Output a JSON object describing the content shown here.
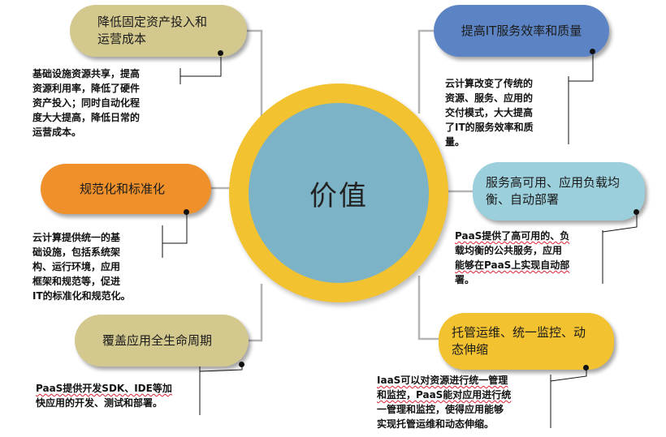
{
  "center": {
    "label": "价值"
  },
  "nodes": [
    {
      "id": "cost",
      "title": "降低固定资产投入和运营成本",
      "lines": [
        "基础设施资源共享，提高",
        "资源利用率，降低了硬件",
        "资产投入；同时自动化程",
        "度大大提高，降低日常的",
        "运营成本。"
      ],
      "color": "#d3c88e"
    },
    {
      "id": "efficiency",
      "title": "提高IT服务效率和质量",
      "lines": [
        "云计算改变了传统的",
        "资源、服务、应用的",
        "交付模式，大大提高",
        "了IT的服务效率和质",
        "量。"
      ],
      "color": "#5c84c4"
    },
    {
      "id": "standard",
      "title": "规范化和标准化",
      "lines": [
        "云计算提供统一的基",
        "础设施，包括系统架",
        "构、运行环境，应用",
        "框架和规范等，促进",
        "IT的标准化和规范化。"
      ],
      "color": "#f0902a"
    },
    {
      "id": "ha",
      "title": "服务高可用、应用负载均衡、自动部署",
      "lines": [
        "PaaS提供了高可用的、负",
        "载均衡的公共服务，应用",
        "能够在PaaS上实现自动部",
        "署。"
      ],
      "color": "#9ccfdc"
    },
    {
      "id": "lifecycle",
      "title": "覆盖应用全生命周期",
      "lines": [
        "PaaS提供开发SDK、IDE等加",
        "快应用的开发、测试和部署。"
      ],
      "color": "#d3c88e"
    },
    {
      "id": "ops",
      "title": "托管运维、统一监控、动态伸缩",
      "lines": [
        "IaaS可以对资源进行统一管理",
        "和监控，PaaS能对应用进行统",
        "一管理和监控，使得应用能够",
        "实现托管运维和动态伸缩。"
      ],
      "color": "#f2c230"
    }
  ]
}
